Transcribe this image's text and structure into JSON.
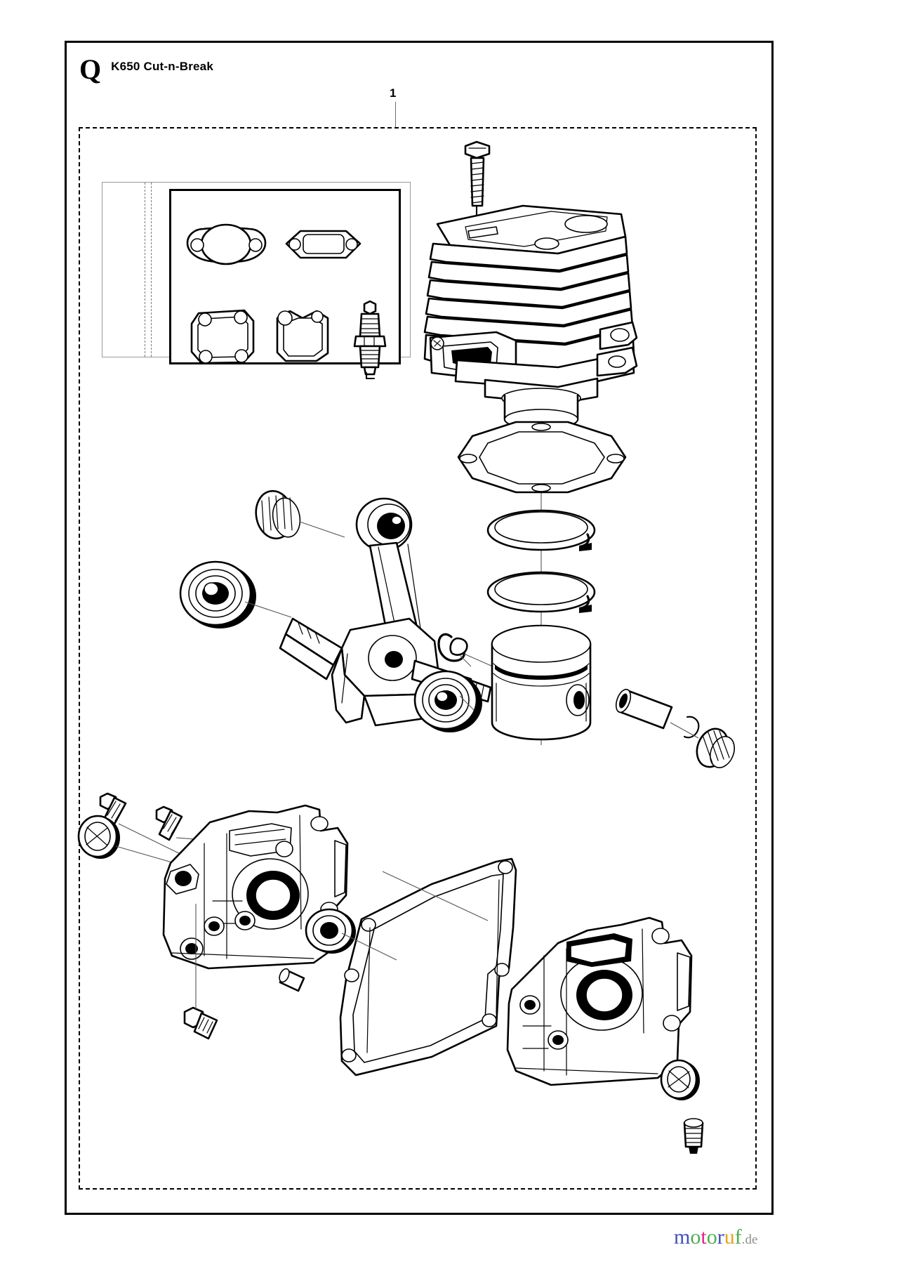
{
  "document": {
    "section_letter": "Q",
    "title": "K650 Cut-n-Break",
    "page_background": "#ffffff",
    "frame_color": "#000000"
  },
  "callouts": [
    {
      "label": "1",
      "name": "assembly-group-callout",
      "description": "Complete engine assembly group boundary"
    }
  ],
  "gasket_kit": {
    "name": "gasket-kit",
    "bag_outline_color": "#9a9a9a",
    "box_border_color": "#000000",
    "parts": [
      {
        "name": "intake-gasket",
        "shape": "oval-two-bolt-holes",
        "row": 1,
        "col": 1
      },
      {
        "name": "muffler-gasket",
        "shape": "oblong-two-bolt-holes",
        "row": 1,
        "col": 2
      },
      {
        "name": "cylinder-base-gasket",
        "shape": "square-four-bolt-holes",
        "row": 2,
        "col": 1
      },
      {
        "name": "carburetor-flange-gasket",
        "shape": "rounded-rect-two-bolt-holes",
        "row": 2,
        "col": 2
      },
      {
        "name": "spark-plug",
        "shape": "spark-plug",
        "row": 2,
        "col": 3
      }
    ]
  },
  "exploded_parts": [
    {
      "name": "cylinder-bolt",
      "label": "",
      "type": "flange-bolt"
    },
    {
      "name": "cylinder-assembly",
      "label": "",
      "type": "cylinder-with-cooling-fins"
    },
    {
      "name": "cylinder-base-gasket",
      "label": "",
      "type": "gasket"
    },
    {
      "name": "piston-ring-upper",
      "label": "",
      "type": "piston-ring"
    },
    {
      "name": "piston-ring-lower",
      "label": "",
      "type": "piston-ring"
    },
    {
      "name": "piston-circlip",
      "label": "",
      "type": "circlip"
    },
    {
      "name": "piston",
      "label": "",
      "type": "piston"
    },
    {
      "name": "piston-pin",
      "label": "",
      "type": "wrist-pin"
    },
    {
      "name": "piston-pin-needle-bearing",
      "label": "",
      "type": "needle-bearing"
    },
    {
      "name": "connecting-rod-needle-bearing",
      "label": "",
      "type": "needle-bearing"
    },
    {
      "name": "crankshaft-ball-bearing-left",
      "label": "",
      "type": "ball-bearing"
    },
    {
      "name": "crankshaft-assembly",
      "label": "",
      "type": "crankshaft-with-connecting-rod"
    },
    {
      "name": "crankshaft-ball-bearing-right",
      "label": "",
      "type": "ball-bearing"
    },
    {
      "name": "woodruff-key",
      "label": "",
      "type": "key"
    },
    {
      "name": "crankcase-half-left",
      "label": "",
      "type": "crankcase"
    },
    {
      "name": "crankcase-half-right",
      "label": "",
      "type": "crankcase"
    },
    {
      "name": "crankcase-gasket",
      "label": "",
      "type": "gasket"
    },
    {
      "name": "crankshaft-seal-left",
      "label": "",
      "type": "oil-seal"
    },
    {
      "name": "crankshaft-seal-right",
      "label": "",
      "type": "oil-seal"
    },
    {
      "name": "crankcase-bolt-long-1",
      "label": "",
      "type": "hex-flange-bolt"
    },
    {
      "name": "crankcase-bolt-long-2",
      "label": "",
      "type": "hex-flange-bolt"
    },
    {
      "name": "crankcase-bolt-short",
      "label": "",
      "type": "hex-flange-bolt"
    },
    {
      "name": "dowel-pin",
      "label": "",
      "type": "pin"
    },
    {
      "name": "bearing-sleeve",
      "label": "",
      "type": "sleeve"
    }
  ],
  "watermark": {
    "name": "motoruf-watermark",
    "letters": [
      "m",
      "o",
      "t",
      "o",
      "r",
      "u",
      "f"
    ],
    "suffix": ".de"
  }
}
